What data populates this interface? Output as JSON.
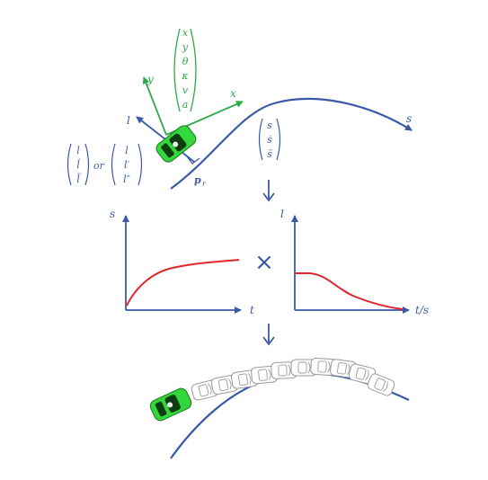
{
  "colors": {
    "frenet_blue": "#3a5aa8",
    "cartesian_green": "#2fa84a",
    "curve_red": "#e0262b",
    "car_green": "#33d63b",
    "ghost_car_gray": "#9a9a9a"
  },
  "top": {
    "cartesian_state": [
      "x",
      "y",
      "θ",
      "κ",
      "v",
      "a"
    ],
    "axis_y_label": "y",
    "axis_x_label": "x",
    "axis_l_label": "l",
    "path_label": "s",
    "projection_point_label": "p",
    "projection_point_subscript": "r",
    "s_state": [
      "s",
      "ṡ",
      "s̈"
    ],
    "l_state_time": [
      "l",
      "l̇",
      "l̈"
    ],
    "or_text": "or",
    "l_state_arc": [
      "l",
      "l′",
      "l″"
    ]
  },
  "plots": {
    "left_y_label": "s",
    "left_x_label": "t",
    "operator": "×",
    "right_y_label": "l",
    "right_x_label": "t/s"
  },
  "icons": {
    "down_arrow_1": "down-arrow-icon",
    "down_arrow_2": "down-arrow-icon",
    "car": "car-icon",
    "ghost_car": "ghost-car-icon"
  }
}
